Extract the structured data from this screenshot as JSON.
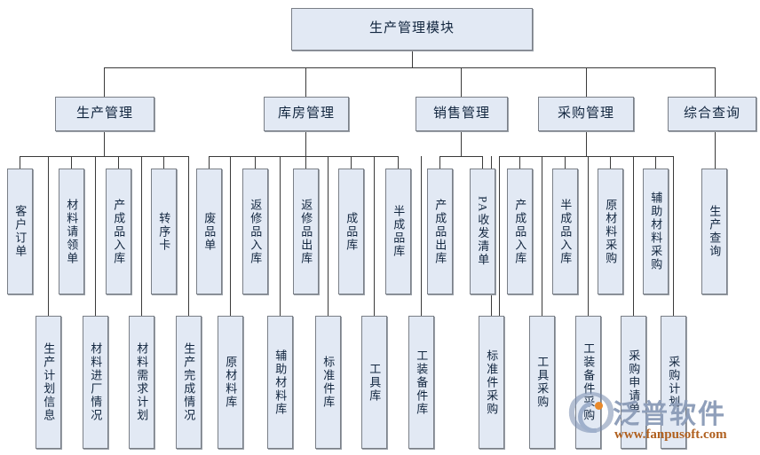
{
  "diagram": {
    "title": "生产管理模块",
    "type": "organizational-tree",
    "root": {
      "label": "生产管理模块"
    },
    "branches": [
      {
        "id": "production",
        "label": "生产管理",
        "upper": [
          {
            "label": "客户订单"
          },
          {
            "label": "材料请领单"
          },
          {
            "label": "产成品入库"
          },
          {
            "label": "转序卡"
          }
        ],
        "lower": [
          {
            "label": "生产计划信息"
          },
          {
            "label": "材料进厂情况"
          },
          {
            "label": "材料需求计划"
          },
          {
            "label": "生产完成情况"
          }
        ]
      },
      {
        "id": "warehouse",
        "label": "库房管理",
        "upper": [
          {
            "label": "废品单"
          },
          {
            "label": "返修品入库"
          },
          {
            "label": "返修品出库"
          },
          {
            "label": "成品库"
          },
          {
            "label": "半成品库"
          }
        ],
        "lower": [
          {
            "label": "原材料库"
          },
          {
            "label": "辅助材料库"
          },
          {
            "label": "标准件库"
          },
          {
            "label": "工具库"
          },
          {
            "label": "工装备件库"
          }
        ]
      },
      {
        "id": "sales",
        "label": "销售管理",
        "upper": [
          {
            "label": "产成品出库"
          },
          {
            "label": "PA收发清单",
            "has_latin": true
          }
        ],
        "lower": [
          {
            "label": "标准件采购"
          }
        ]
      },
      {
        "id": "purchasing",
        "label": "采购管理",
        "upper": [
          {
            "label": "产成品入库"
          },
          {
            "label": "半成品入库"
          },
          {
            "label": "原材料采购"
          },
          {
            "label": "辅助材料采购"
          }
        ],
        "lower": [
          {
            "label": "工具采购"
          },
          {
            "label": "工装备件采购"
          },
          {
            "label": "采购申请单"
          },
          {
            "label": "采购计划"
          }
        ]
      },
      {
        "id": "query",
        "label": "综合查询",
        "upper": [
          {
            "label": "生产查询"
          }
        ],
        "lower": []
      }
    ],
    "colors": {
      "node_fill": "#e2e9f4",
      "node_border": "#7a7f87",
      "line": "#3a3a3a",
      "text": "#12263f"
    }
  },
  "watermark": {
    "brand_cn": "泛普软件",
    "url": "www.fanpusoft.com"
  }
}
